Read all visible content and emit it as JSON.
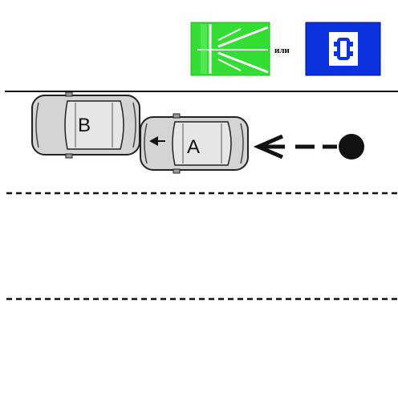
{
  "signs": {
    "or_text": "или"
  },
  "cars": {
    "a_label": "A",
    "b_label": "B"
  },
  "colors": {
    "sign_green": "#33dd33",
    "sign_blue": "#0b33dd",
    "car_body": "#d4d4d4",
    "car_outline": "#222222",
    "road_line": "#111111"
  }
}
